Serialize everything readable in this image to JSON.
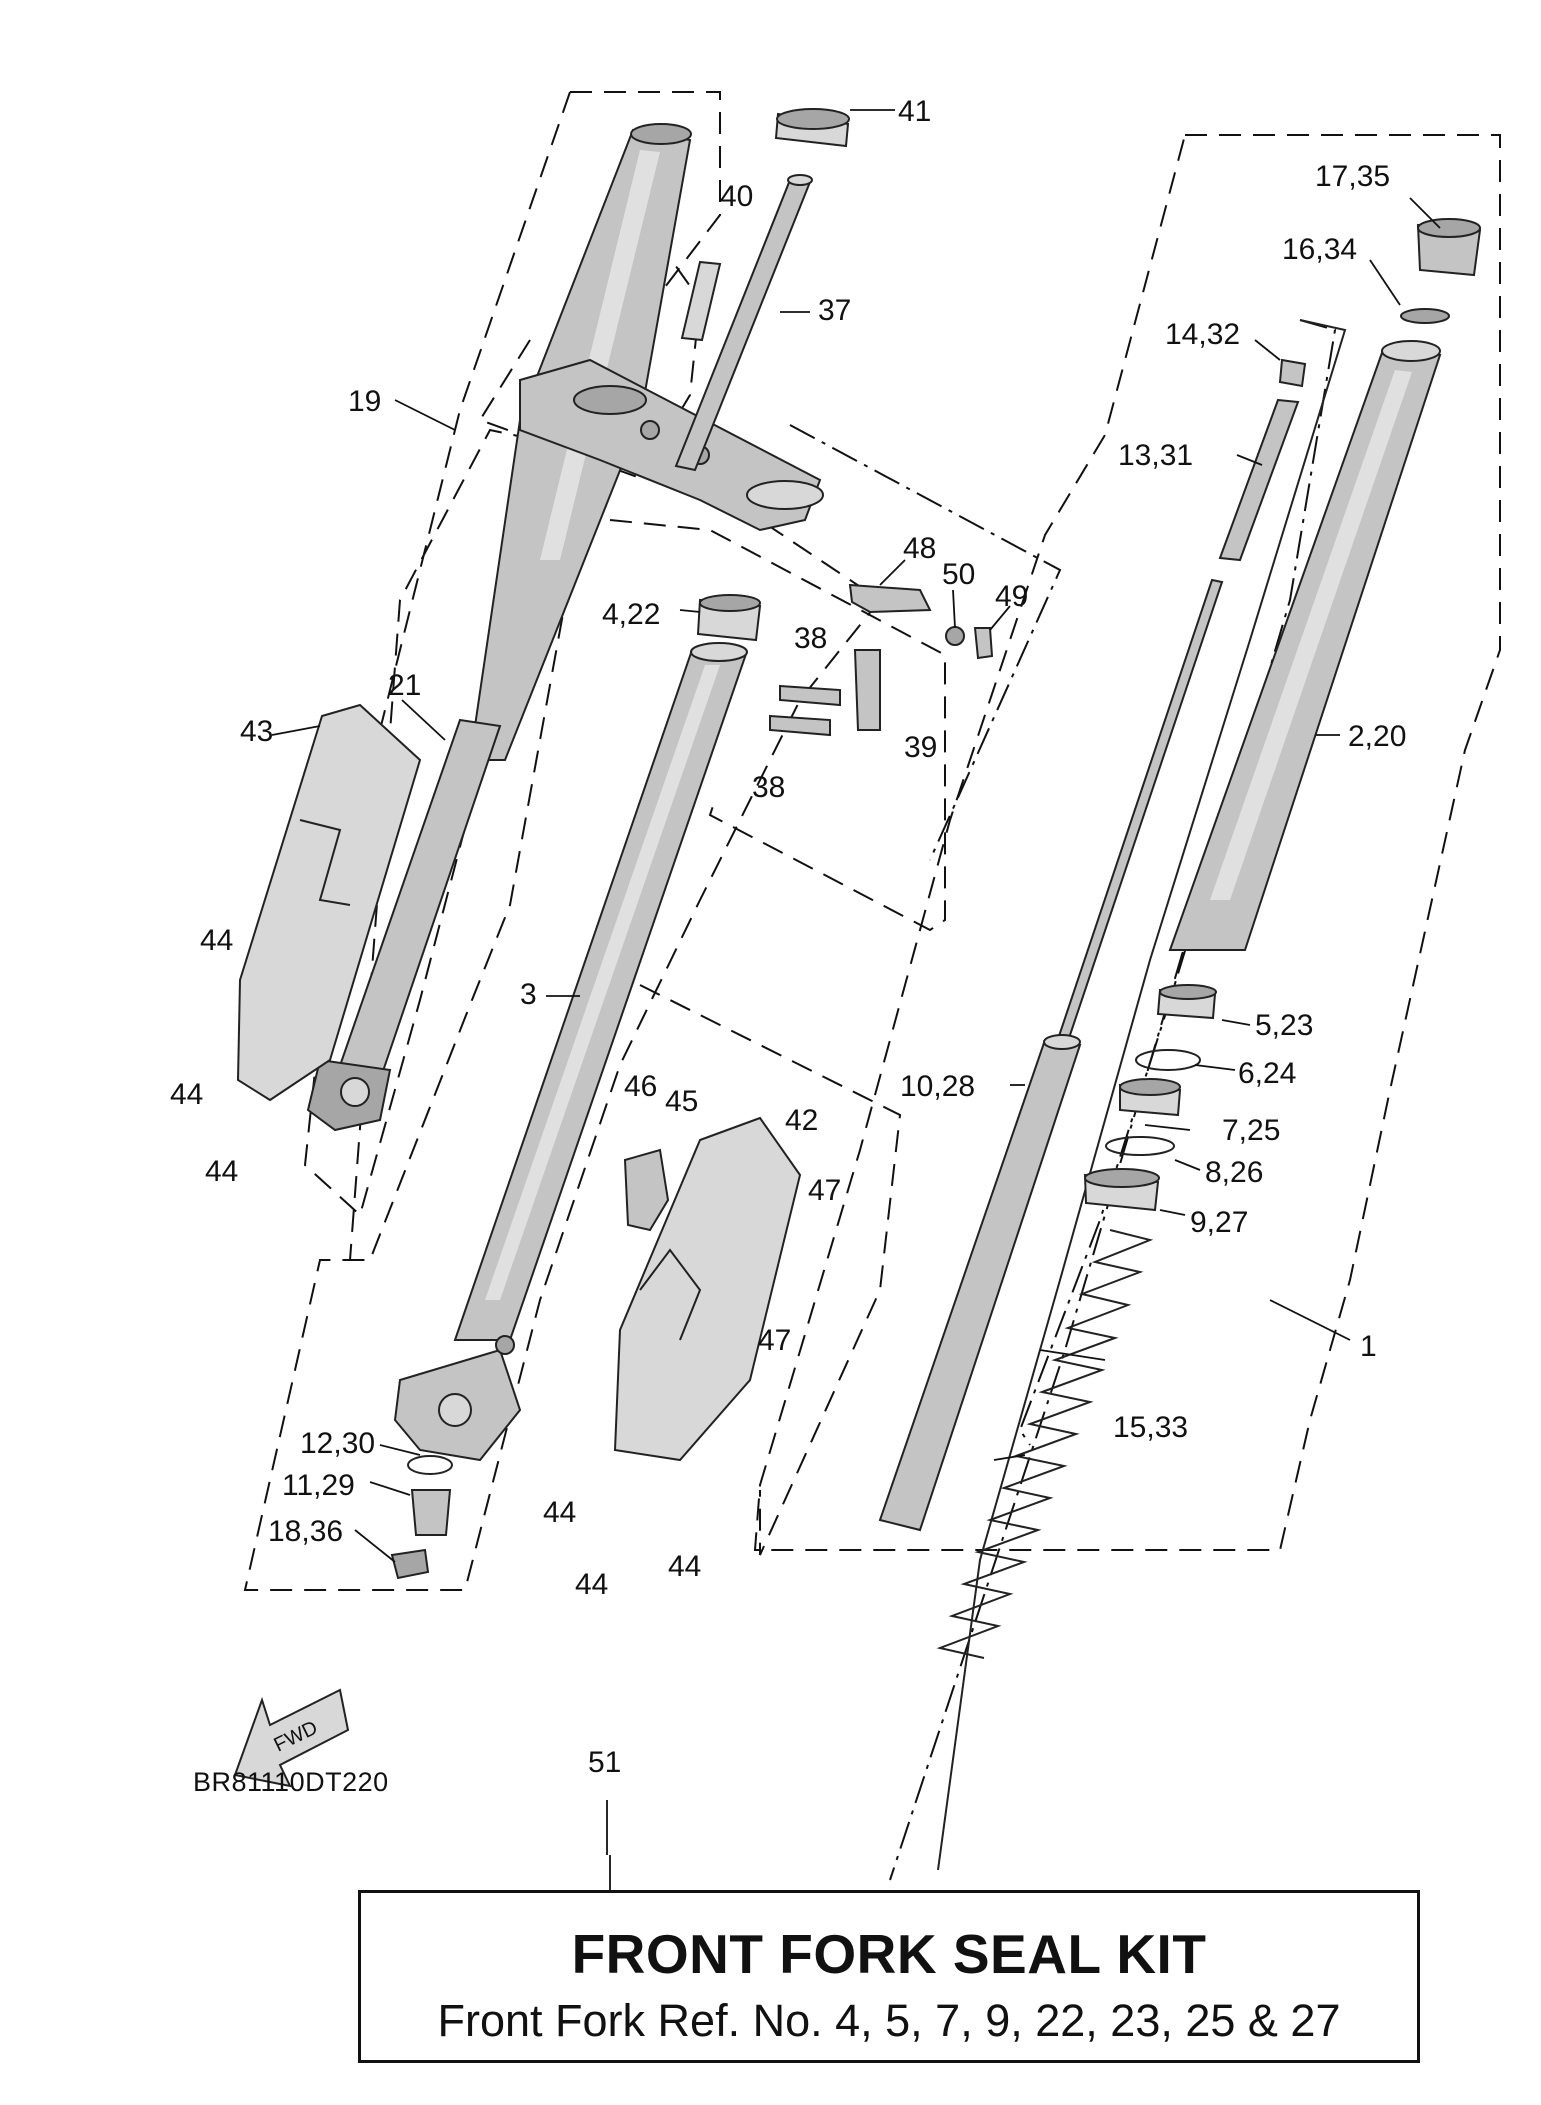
{
  "diagram": {
    "reference_code": "BR81110DT220",
    "direction_arrow_label": "FWD",
    "callouts": [
      {
        "id": "c41",
        "label": "41"
      },
      {
        "id": "c40",
        "label": "40"
      },
      {
        "id": "c37",
        "label": "37"
      },
      {
        "id": "c19",
        "label": "19"
      },
      {
        "id": "c17_35",
        "label": "17,35"
      },
      {
        "id": "c16_34",
        "label": "16,34"
      },
      {
        "id": "c14_32",
        "label": "14,32"
      },
      {
        "id": "c13_31",
        "label": "13,31"
      },
      {
        "id": "c48",
        "label": "48"
      },
      {
        "id": "c50",
        "label": "50"
      },
      {
        "id": "c49",
        "label": "49"
      },
      {
        "id": "c4_22",
        "label": "4,22"
      },
      {
        "id": "c38a",
        "label": "38"
      },
      {
        "id": "c38b",
        "label": "38"
      },
      {
        "id": "c39",
        "label": "39"
      },
      {
        "id": "c21",
        "label": "21"
      },
      {
        "id": "c43",
        "label": "43"
      },
      {
        "id": "c2_20",
        "label": "2,20"
      },
      {
        "id": "c44a",
        "label": "44"
      },
      {
        "id": "c44b",
        "label": "44"
      },
      {
        "id": "c44c",
        "label": "44"
      },
      {
        "id": "c3",
        "label": "3"
      },
      {
        "id": "c5_23",
        "label": "5,23"
      },
      {
        "id": "c6_24",
        "label": "6,24"
      },
      {
        "id": "c10_28",
        "label": "10,28"
      },
      {
        "id": "c7_25",
        "label": "7,25"
      },
      {
        "id": "c46",
        "label": "46"
      },
      {
        "id": "c45",
        "label": "45"
      },
      {
        "id": "c42",
        "label": "42"
      },
      {
        "id": "c8_26",
        "label": "8,26"
      },
      {
        "id": "c47a",
        "label": "47"
      },
      {
        "id": "c9_27",
        "label": "9,27"
      },
      {
        "id": "c1",
        "label": "1"
      },
      {
        "id": "c47b",
        "label": "47"
      },
      {
        "id": "c12_30",
        "label": "12,30"
      },
      {
        "id": "c15_33",
        "label": "15,33"
      },
      {
        "id": "c11_29",
        "label": "11,29"
      },
      {
        "id": "c18_36",
        "label": "18,36"
      },
      {
        "id": "c44d",
        "label": "44"
      },
      {
        "id": "c44e",
        "label": "44"
      },
      {
        "id": "c44f",
        "label": "44"
      },
      {
        "id": "c51",
        "label": "51"
      }
    ]
  },
  "kit": {
    "title": "FRONT FORK SEAL KIT",
    "subtitle": "Front Fork Ref. No. 4, 5, 7, 9, 22, 23, 25 & 27"
  }
}
